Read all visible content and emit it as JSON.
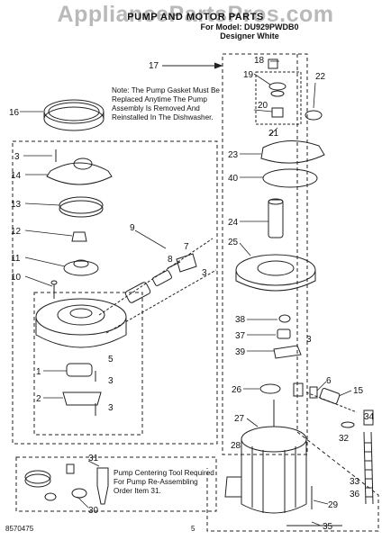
{
  "header": {
    "watermark": "AppliancePartsPros.com",
    "title": "PUMP AND MOTOR PARTS",
    "model_line": "For Model: DU929PWDB0",
    "color_line": "Designer White"
  },
  "notes": {
    "gasket": "Note: The Pump Gasket Must Be Replaced Anytime The Pump Assembly Is Removed And Reinstalled In The Dishwasher.",
    "tool": "Pump Centering Tool Required For Pump Re-Assembling Order Item 31."
  },
  "footer": {
    "doc_number": "8570475",
    "page": "5"
  },
  "callouts": [
    "1",
    "2",
    "3",
    "3",
    "3",
    "3",
    "3",
    "5",
    "6",
    "7",
    "8",
    "9",
    "10",
    "11",
    "12",
    "13",
    "14",
    "15",
    "16",
    "17",
    "18",
    "19",
    "20",
    "21",
    "22",
    "23",
    "24",
    "25",
    "26",
    "27",
    "28",
    "29",
    "30",
    "31",
    "32",
    "33",
    "34",
    "35",
    "36",
    "37",
    "38",
    "39",
    "40"
  ]
}
